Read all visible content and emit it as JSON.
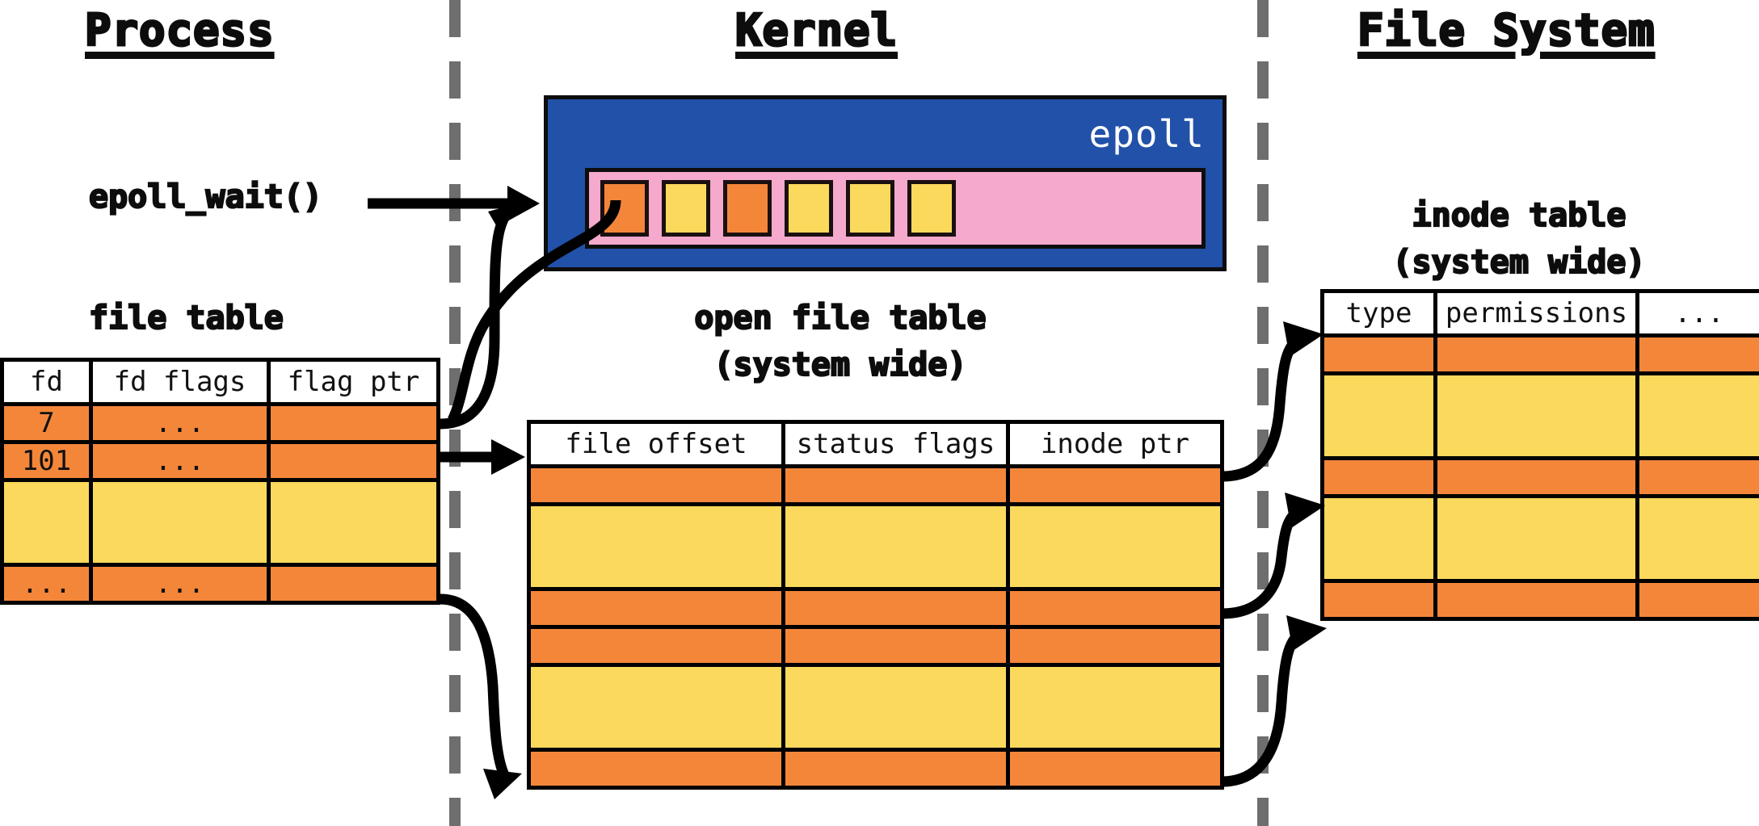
{
  "sections": {
    "process": {
      "title": "Process"
    },
    "kernel": {
      "title": "Kernel"
    },
    "filesystem": {
      "title": "File System"
    }
  },
  "process": {
    "syscall_label": "epoll_wait()",
    "file_table": {
      "caption": "file table",
      "columns": [
        "fd",
        "fd flags",
        "flag ptr"
      ],
      "rows": [
        {
          "style": "orange",
          "height": "short",
          "cells": [
            "7",
            "...",
            ""
          ]
        },
        {
          "style": "orange",
          "height": "short",
          "cells": [
            "101",
            "...",
            ""
          ]
        },
        {
          "style": "yellow",
          "height": "tall",
          "cells": [
            "",
            "",
            ""
          ]
        },
        {
          "style": "orange",
          "height": "short",
          "cells": [
            "...",
            "...",
            ""
          ]
        }
      ]
    }
  },
  "kernel": {
    "epoll": {
      "label": "epoll",
      "panel_color": "#2151A8",
      "strip_color": "#F5A9CD",
      "cells": [
        "orange",
        "yellow",
        "orange",
        "yellow",
        "yellow",
        "yellow"
      ]
    },
    "open_file_table": {
      "caption_line1": "open file table",
      "caption_line2": "(system wide)",
      "columns": [
        "file offset",
        "status flags",
        "inode ptr"
      ],
      "rows": [
        {
          "style": "orange",
          "height": "short",
          "cells": [
            "",
            "",
            ""
          ]
        },
        {
          "style": "yellow",
          "height": "tall",
          "cells": [
            "",
            "",
            ""
          ]
        },
        {
          "style": "orange",
          "height": "short",
          "cells": [
            "",
            "",
            ""
          ]
        },
        {
          "style": "orange",
          "height": "short",
          "cells": [
            "",
            "",
            ""
          ]
        },
        {
          "style": "yellow",
          "height": "tall",
          "cells": [
            "",
            "",
            ""
          ]
        },
        {
          "style": "orange",
          "height": "short",
          "cells": [
            "",
            "",
            ""
          ]
        }
      ]
    }
  },
  "filesystem": {
    "inode_table": {
      "caption_line1": "inode table",
      "caption_line2": "(system wide)",
      "columns": [
        "type",
        "permissions",
        "..."
      ],
      "rows": [
        {
          "style": "orange",
          "height": "short",
          "cells": [
            "",
            "",
            ""
          ]
        },
        {
          "style": "yellow",
          "height": "tall",
          "cells": [
            "",
            "",
            ""
          ]
        },
        {
          "style": "orange",
          "height": "short",
          "cells": [
            "",
            "",
            ""
          ]
        },
        {
          "style": "yellow",
          "height": "tall",
          "cells": [
            "",
            "",
            ""
          ]
        },
        {
          "style": "orange",
          "height": "short",
          "cells": [
            "",
            "",
            ""
          ]
        }
      ]
    }
  },
  "colors": {
    "orange": "#F4863A",
    "yellow": "#FBD95C",
    "blue": "#2151A8",
    "pink": "#F5A9CD",
    "outline": "#000000",
    "divider": "#6e6e6e"
  }
}
